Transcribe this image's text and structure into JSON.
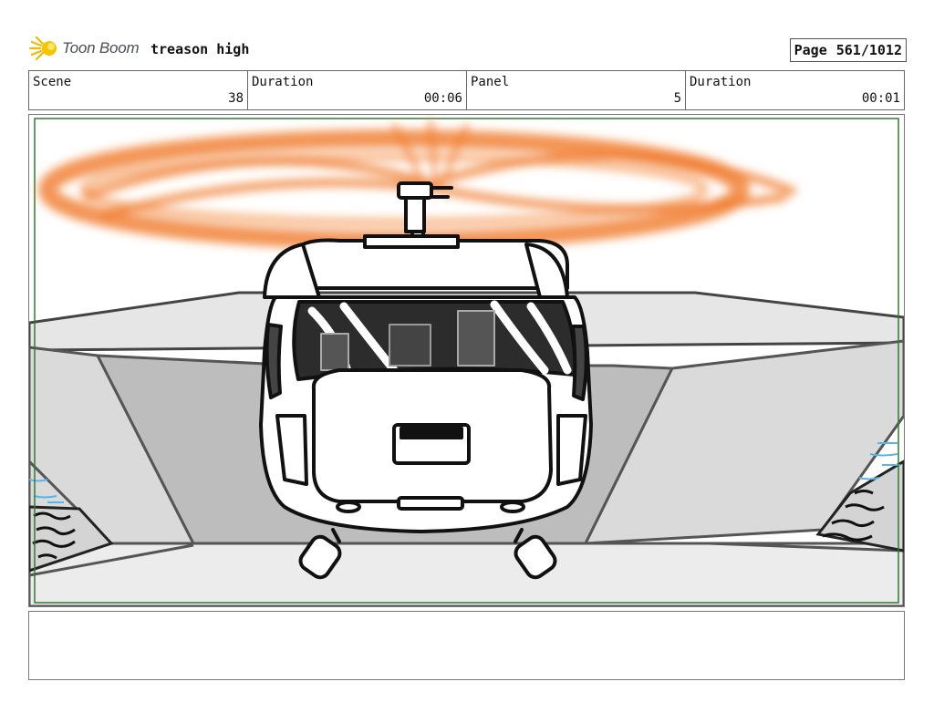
{
  "header": {
    "logo_text": "Toon Boom",
    "project_title": "treason high",
    "page_label": "Page",
    "page_value": "561/1012"
  },
  "info": [
    {
      "label": "Scene",
      "value": "38"
    },
    {
      "label": "Duration",
      "value": "00:06"
    },
    {
      "label": "Panel",
      "value": "5"
    },
    {
      "label": "Duration",
      "value": "00:01"
    }
  ],
  "panel": {
    "rotor_color": "#f07a2a",
    "water_color": "#5ab4e6",
    "safe_frame_color": "#2e7d32"
  },
  "notes": {
    "text": ""
  }
}
